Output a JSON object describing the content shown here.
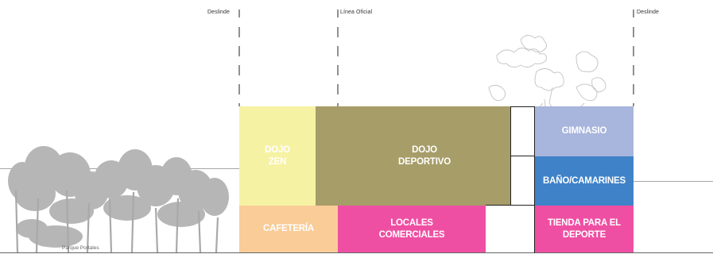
{
  "labels": {
    "deslinde_left": "Deslinde",
    "linea_oficial": "Línea Oficial",
    "deslinde_right": "Deslinde",
    "park": "Parque Portales"
  },
  "rooms": {
    "dojo_zen": "DOJO\nZEN",
    "cafeteria": "CAFETERÍA",
    "dojo_deportivo": "DOJO\nDEPORTIVO",
    "locales": "LOCALES\nCOMERCIALES",
    "gimnasio": "GIMNASIO",
    "banos": "BAÑO/CAMARINES",
    "tienda": "TIENDA PARA EL\nDEPORTE"
  },
  "colors": {
    "dojo_zen": "#f6f2a4",
    "cafeteria": "#f9cc98",
    "dojo_deportivo": "#a69d69",
    "locales": "#ef4fa3",
    "gimnasio": "#a8b5dc",
    "banos": "#3f82c8",
    "tienda": "#ef4fa3",
    "trees": "#b4b4b4"
  }
}
